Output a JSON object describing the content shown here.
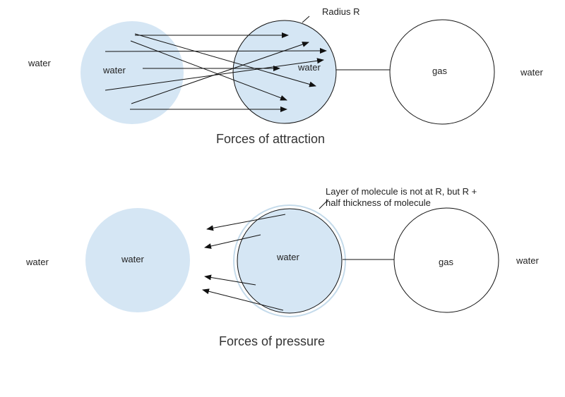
{
  "colors": {
    "water_fill": "#d5e6f4",
    "halo_stroke": "#c5dbeb",
    "outline": "#111111",
    "arrow": "#111111",
    "background": "#ffffff"
  },
  "attraction": {
    "left_outside_label": "water",
    "left_circle_label": "water",
    "center_circle_label": "water",
    "gas_circle_label": "gas",
    "right_outside_label": "water",
    "radius_label": "Radius R",
    "caption": "Forces of attraction"
  },
  "pressure": {
    "left_outside_label": "water",
    "left_circle_label": "water",
    "center_circle_label": "water",
    "gas_circle_label": "gas",
    "right_outside_label": "water",
    "note_line1": "Layer of molecule is not at R, but R +",
    "note_line2": "half thickness of molecule",
    "caption": "Forces of pressure"
  }
}
